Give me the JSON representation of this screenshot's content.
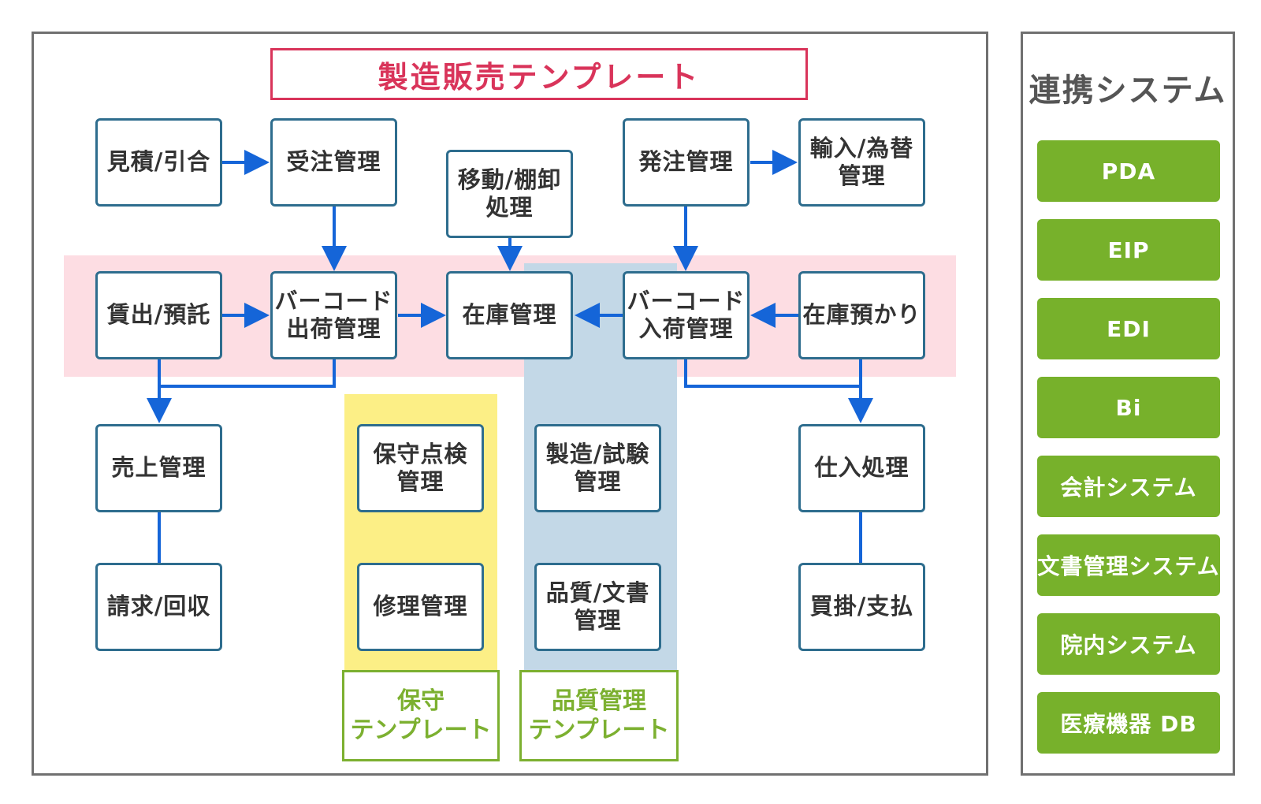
{
  "title": "製造販売テンプレート",
  "nodes": {
    "estimate": "見積/引合",
    "order_received": "受注管理",
    "transfer": "移動/棚卸\n処理",
    "purchase_order": "発注管理",
    "import": "輸入/為替\n管理",
    "lending": "賃出/預託",
    "barcode_shipping": "バーコード\n出荷管理",
    "inventory": "在庫管理",
    "barcode_receiving": "バーコード\n入荷管理",
    "consignment": "在庫預かり",
    "sales": "売上管理",
    "maintenance_check": "保守点検\n管理",
    "manufacturing": "製造/試験\n管理",
    "purchasing": "仕入処理",
    "billing": "請求/回収",
    "repair": "修理管理",
    "quality_doc": "品質/文書\n管理",
    "payables": "買掛/支払"
  },
  "templates": {
    "maintenance": "保守\nテンプレート",
    "quality": "品質管理\nテンプレート"
  },
  "side": {
    "title": "連携システム",
    "items": [
      "PDA",
      "EIP",
      "EDI",
      "Bi",
      "会計システム",
      "文書管理システム",
      "院内システム",
      "医療機器 DB"
    ]
  },
  "colors": {
    "arrow": "#1565d8",
    "node_border": "#2e6d8e",
    "title": "#d9345a",
    "template_green": "#7cb030",
    "side_button": "#77b12b",
    "band_pink": "#fddde3",
    "band_yellow": "#fcef86",
    "band_blue": "#c3d8e7"
  }
}
